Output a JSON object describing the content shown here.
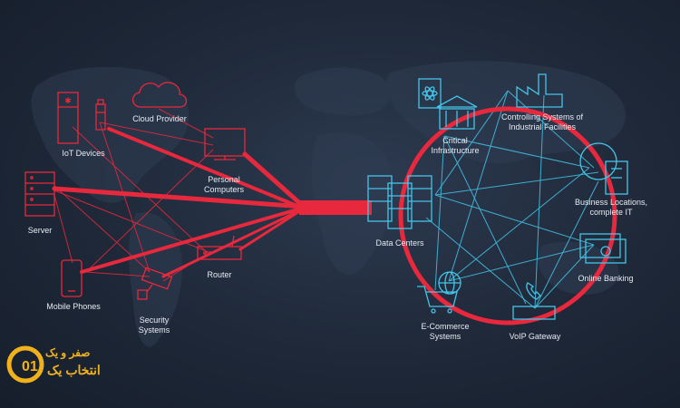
{
  "colors": {
    "red": "#e8283c",
    "cyan": "#45c4e8",
    "background": "#1f2939",
    "text": "#e6ebf2",
    "logo": "#f0b21c"
  },
  "left_nodes": {
    "cloud_provider": "Cloud Provider",
    "iot_devices": "IoT Devices",
    "personal_computers": "Personal\nComputers",
    "server": "Server",
    "router": "Router",
    "mobile_phones": "Mobile Phones",
    "security_systems": "Security\nSystems"
  },
  "right_nodes": {
    "critical_infrastructure": "Critical\nInfrastructure",
    "controlling_systems": "Controlling Systems of\nIndustrial Facilities",
    "data_centers": "Data Centers",
    "business_locations": "Business Locations,\ncomplete IT",
    "online_banking": "Online Banking",
    "ecommerce": "E-Commerce\nSystems",
    "voip_gateway": "VoIP Gateway"
  },
  "logo": {
    "line1": "صفر و یک",
    "line2": "انتخاب یک",
    "mark": "01"
  }
}
